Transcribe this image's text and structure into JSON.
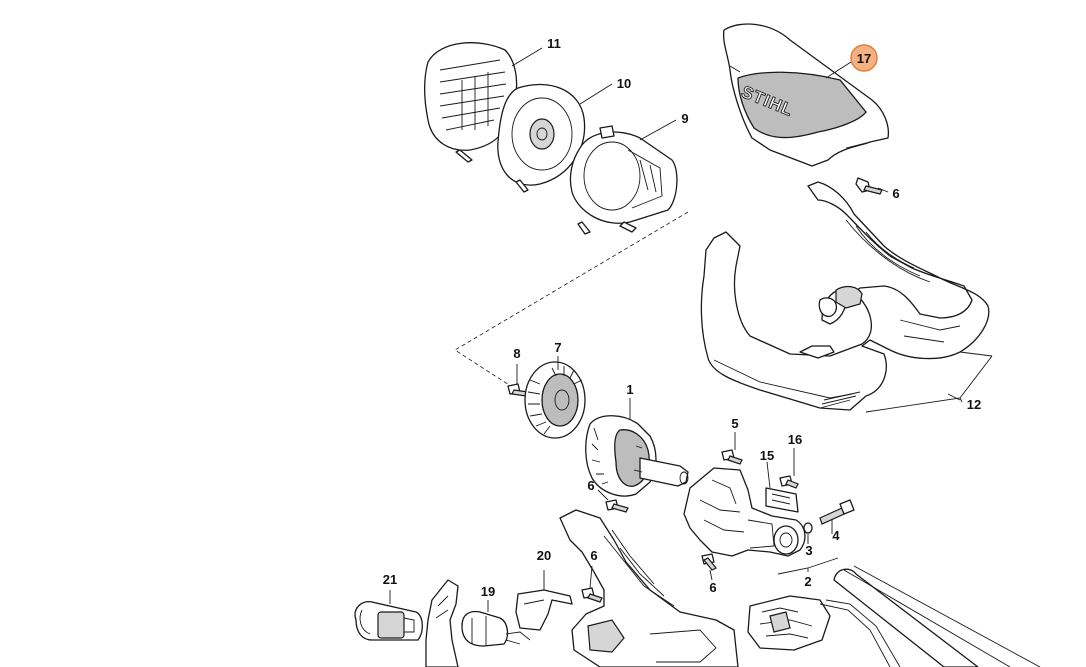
{
  "parts": [
    {
      "id": "part-1",
      "label": "1"
    },
    {
      "id": "part-2",
      "label": "2"
    },
    {
      "id": "part-3",
      "label": "3"
    },
    {
      "id": "part-4",
      "label": "4"
    },
    {
      "id": "part-5",
      "label": "5"
    },
    {
      "id": "part-6a",
      "label": "6"
    },
    {
      "id": "part-6b",
      "label": "6"
    },
    {
      "id": "part-6c",
      "label": "6"
    },
    {
      "id": "part-6d",
      "label": "6"
    },
    {
      "id": "part-7",
      "label": "7"
    },
    {
      "id": "part-8",
      "label": "8"
    },
    {
      "id": "part-9",
      "label": "9"
    },
    {
      "id": "part-10",
      "label": "10"
    },
    {
      "id": "part-11",
      "label": "11"
    },
    {
      "id": "part-12",
      "label": "12"
    },
    {
      "id": "part-15",
      "label": "15"
    },
    {
      "id": "part-16",
      "label": "16"
    },
    {
      "id": "part-17",
      "label": "17",
      "highlighted": true
    },
    {
      "id": "part-19",
      "label": "19"
    },
    {
      "id": "part-20",
      "label": "20"
    },
    {
      "id": "part-21",
      "label": "21"
    }
  ],
  "cover_logo": "STIHL",
  "colors": {
    "highlight_fill": "#f6b183",
    "highlight_stroke": "#e0813f",
    "line": "#1a1a1a"
  }
}
